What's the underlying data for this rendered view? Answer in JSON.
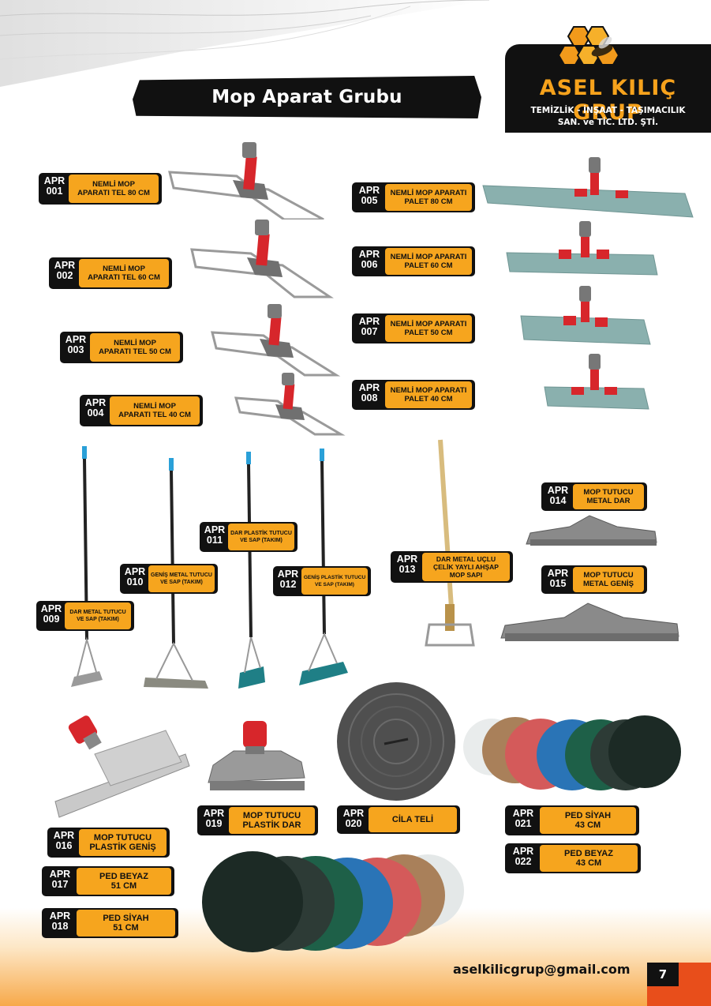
{
  "page_title": "Mop Aparat Grubu",
  "brand": {
    "name": "ASEL KILIÇ GRUP",
    "subtitle_line1": "TEMİZLİK - İNŞAAT - TAŞIMACILIK",
    "subtitle_line2": "SAN. ve TİC. LTD. ŞTİ.",
    "logo_icon": "bee-honeycomb-icon",
    "accent_color": "#f6a21c"
  },
  "products": [
    {
      "code": "APR\n001",
      "name": "NEMLİ MOP\nAPARATI TEL 80 CM"
    },
    {
      "code": "APR\n002",
      "name": "NEMLİ MOP\nAPARATI TEL 60 CM"
    },
    {
      "code": "APR\n003",
      "name": "NEMLİ MOP\nAPARATI TEL 50 CM"
    },
    {
      "code": "APR\n004",
      "name": "NEMLİ MOP\nAPARATI TEL 40 CM"
    },
    {
      "code": "APR\n005",
      "name": "NEMLİ MOP APARATI\nPALET 80 CM"
    },
    {
      "code": "APR\n006",
      "name": "NEMLİ MOP APARATI\nPALET 60 CM"
    },
    {
      "code": "APR\n007",
      "name": "NEMLİ MOP APARATI\nPALET 50 CM"
    },
    {
      "code": "APR\n008",
      "name": "NEMLİ MOP APARATI\nPALET 40 CM"
    },
    {
      "code": "APR\n009",
      "name": "DAR METAL TUTUCU\nVE SAP (TAKIM)"
    },
    {
      "code": "APR\n010",
      "name": "GENİŞ METAL TUTUCU\nVE SAP (TAKIM)"
    },
    {
      "code": "APR\n011",
      "name": "DAR PLASTİK TUTUCU\nVE SAP (TAKIM)"
    },
    {
      "code": "APR\n012",
      "name": "GENİŞ PLASTİK TUTUCU\nVE SAP (TAKIM)"
    },
    {
      "code": "APR\n013",
      "name": "DAR METAL UÇLU\nÇELİK YAYLI AHŞAP\nMOP SAPI"
    },
    {
      "code": "APR\n014",
      "name": "MOP TUTUCU\nMETAL DAR"
    },
    {
      "code": "APR\n015",
      "name": "MOP TUTUCU\nMETAL GENİŞ"
    },
    {
      "code": "APR\n016",
      "name": "MOP TUTUCU\nPLASTİK GENİŞ"
    },
    {
      "code": "APR\n017",
      "name": "PED BEYAZ\n51 CM"
    },
    {
      "code": "APR\n018",
      "name": "PED SİYAH\n51 CM"
    },
    {
      "code": "APR\n019",
      "name": "MOP TUTUCU\nPLASTİK DAR"
    },
    {
      "code": "APR\n020",
      "name": "CİLA TELİ"
    },
    {
      "code": "APR\n021",
      "name": "PED SİYAH\n43 CM"
    },
    {
      "code": "APR\n022",
      "name": "PED BEYAZ\n43 CM"
    }
  ],
  "footer": {
    "email": "aselkilicgrup@gmail.com",
    "page_number": "7"
  },
  "colors": {
    "accent_orange": "#f6a51e",
    "footer_red": "#e84e1b",
    "dark": "#111111"
  }
}
